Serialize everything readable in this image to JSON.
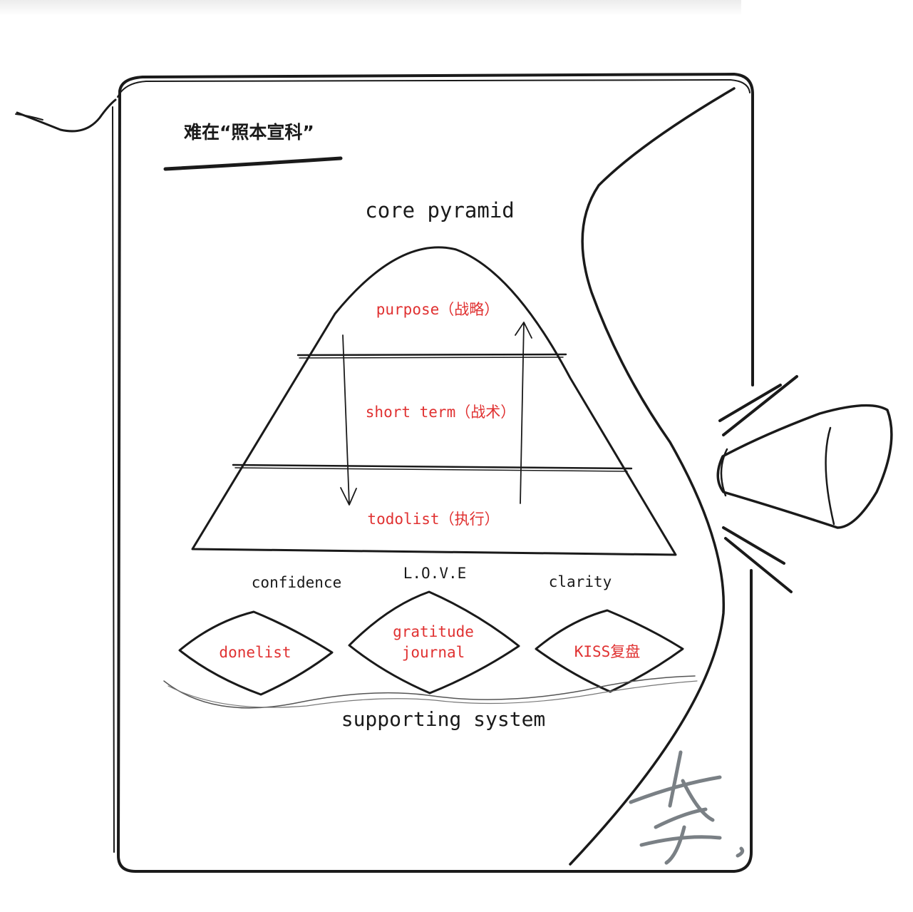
{
  "header": {
    "title": "难在“照本宣科”"
  },
  "pyramid": {
    "title": "core pyramid",
    "levels": [
      {
        "label": "purpose（战略）"
      },
      {
        "label": "short term（战术）"
      },
      {
        "label": "todolist（执行）"
      }
    ]
  },
  "values": {
    "left": "confidence",
    "middle": "L.O.V.E",
    "right": "clarity"
  },
  "support": {
    "items": [
      {
        "label": "donelist"
      },
      {
        "label_line1": "gratitude",
        "label_line2": "journal"
      },
      {
        "label": "KISS复盘"
      }
    ],
    "title": "supporting system"
  },
  "signature": {
    "text": "李"
  },
  "colors": {
    "ink": "#1a1a1a",
    "accent": "#e03131",
    "signature": "#7a8085"
  }
}
